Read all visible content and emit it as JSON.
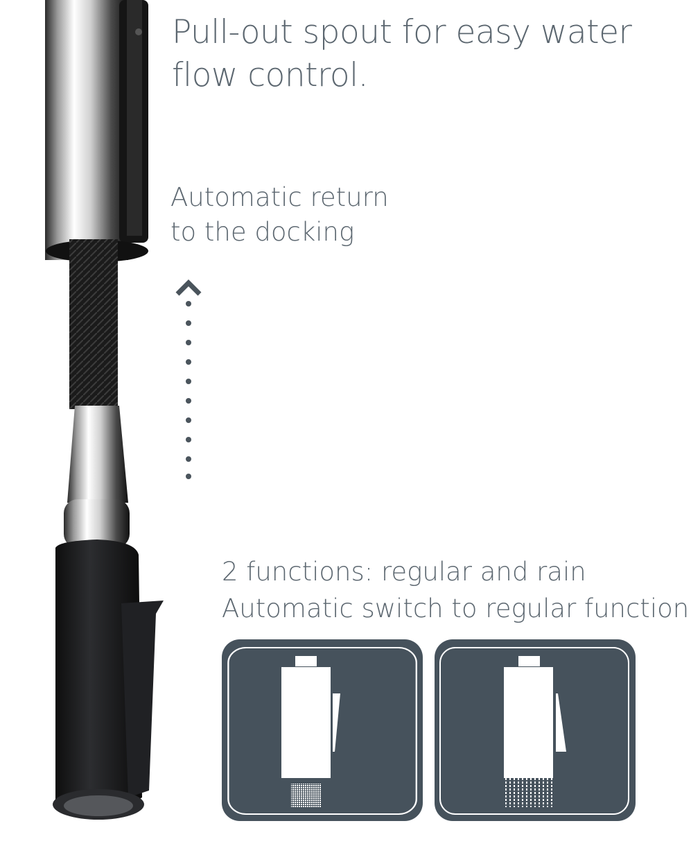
{
  "heading": {
    "line1": "Pull-out spout for easy water",
    "line2": "flow control."
  },
  "return_note": {
    "line1": "Automatic return",
    "line2": "to the docking"
  },
  "functions_note": {
    "line1": "2 functions: regular and rain",
    "line2": "Automatic switch to regular function"
  },
  "icons": [
    {
      "name": "regular-spray-icon"
    },
    {
      "name": "rain-spray-icon"
    }
  ],
  "colors": {
    "text": "#5c6770",
    "icon_bg": "#46525c",
    "handle": "#1e1f21"
  }
}
